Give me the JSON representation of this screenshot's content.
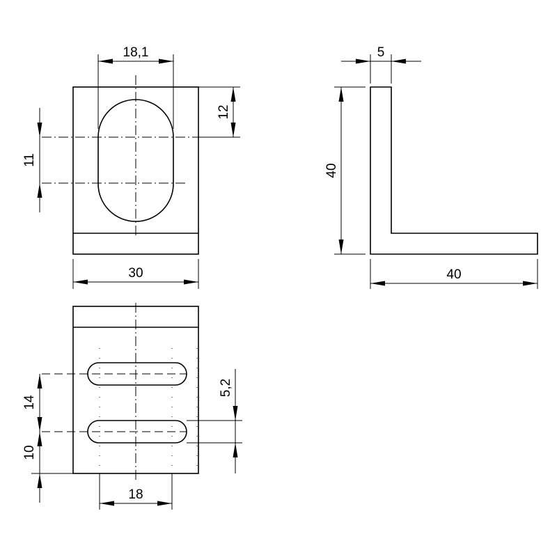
{
  "dimensions": {
    "front_slot_width": "18,1",
    "front_top_offset": "12",
    "front_slot_centers": "11",
    "front_width": "30",
    "side_thickness": "5",
    "side_height": "40",
    "side_length": "40",
    "bottom_slot_pitch": "14",
    "bottom_edge_offset": "10",
    "bottom_slot_width": "5,2",
    "bottom_slot_length": "18"
  }
}
